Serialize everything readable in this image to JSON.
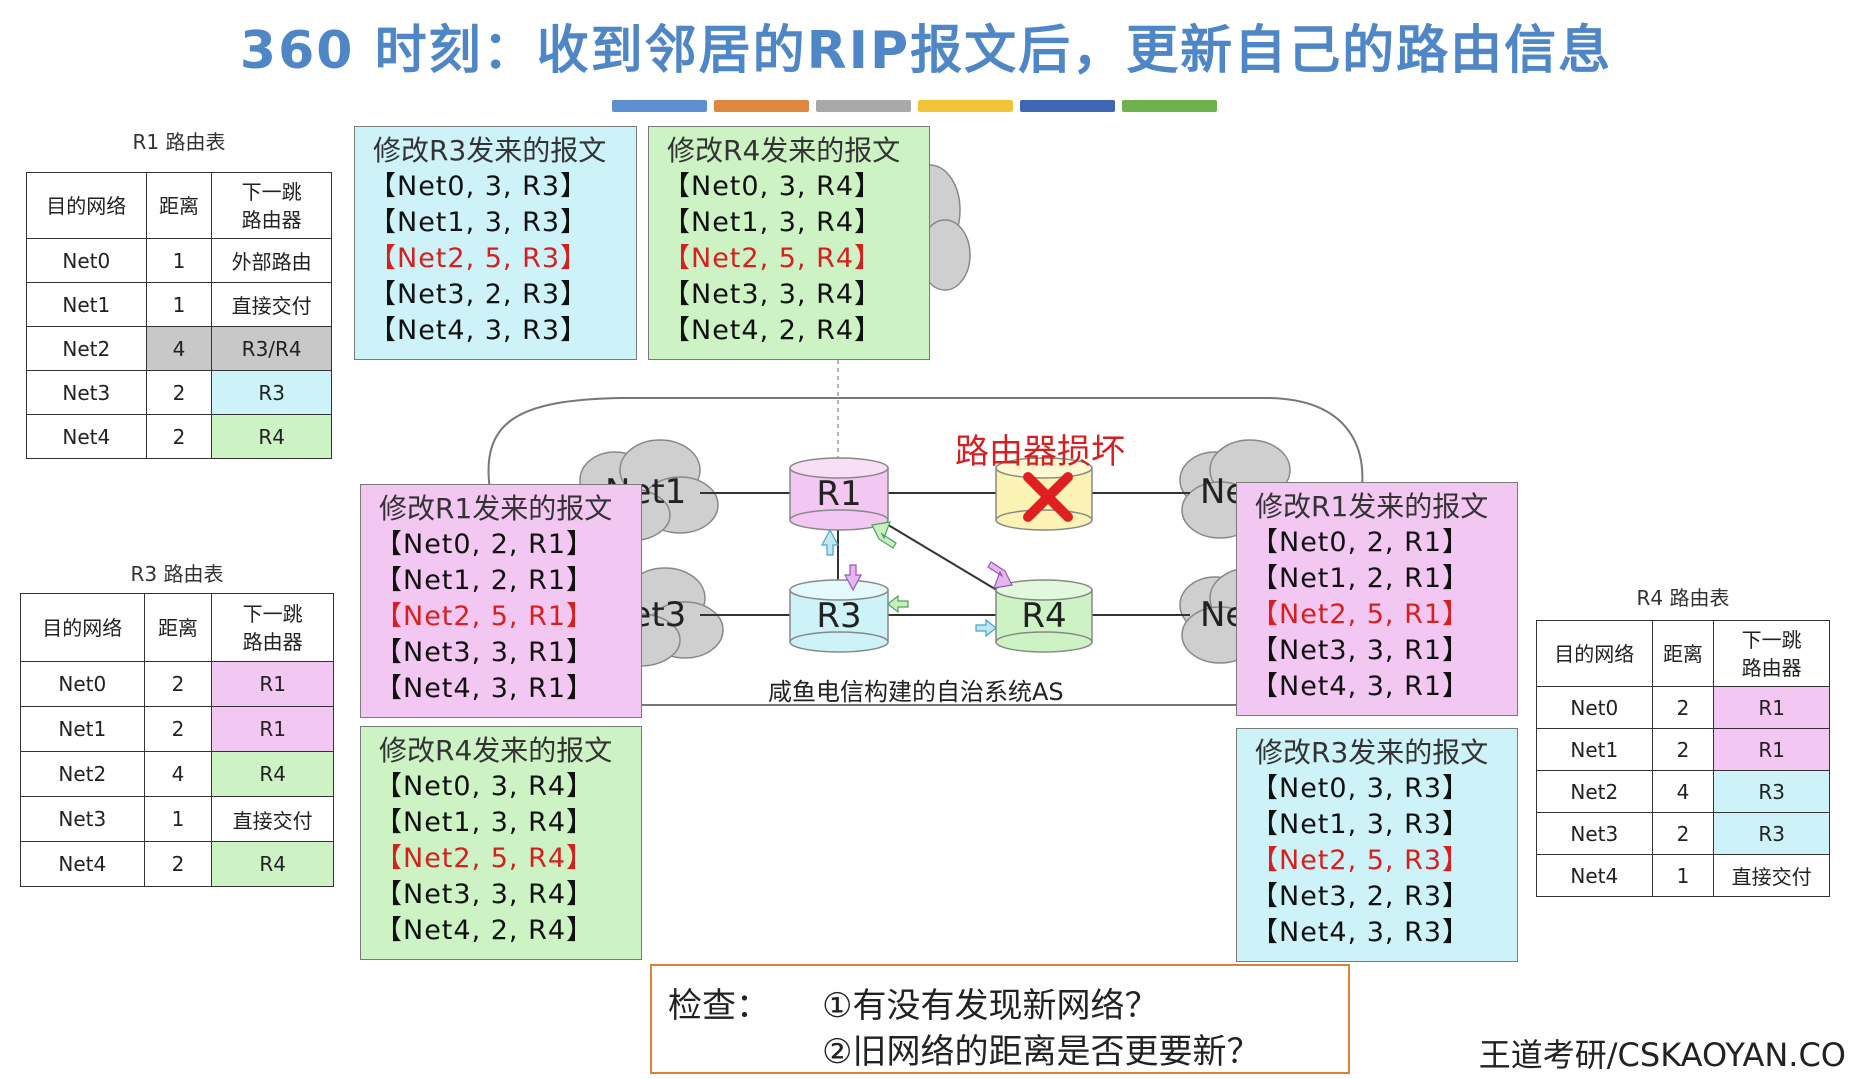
{
  "title": "360 时刻：收到邻居的RIP报文后，更新自己的路由信息",
  "strip_colors": [
    "#5b8fd0",
    "#e0873f",
    "#a8a8a8",
    "#f2c43a",
    "#3e66b5",
    "#6fb24d"
  ],
  "r1_table": {
    "caption": "R1 路由表",
    "headers": [
      "目的网络",
      "距离",
      "下一跳路由器"
    ],
    "rows": [
      [
        "Net0",
        "1",
        "外部路由"
      ],
      [
        "Net1",
        "1",
        "直接交付"
      ],
      [
        "Net2",
        "4",
        "R3/R4"
      ],
      [
        "Net3",
        "2",
        "R3"
      ],
      [
        "Net4",
        "2",
        "R4"
      ]
    ]
  },
  "r3_table": {
    "caption": "R3 路由表",
    "headers": [
      "目的网络",
      "距离",
      "下一跳路由器"
    ],
    "rows": [
      [
        "Net0",
        "2",
        "R1"
      ],
      [
        "Net1",
        "2",
        "R1"
      ],
      [
        "Net2",
        "4",
        "R4"
      ],
      [
        "Net3",
        "1",
        "直接交付"
      ],
      [
        "Net4",
        "2",
        "R4"
      ]
    ]
  },
  "r4_table": {
    "caption": "R4 路由表",
    "headers": [
      "目的网络",
      "距离",
      "下一跳路由器"
    ],
    "rows": [
      [
        "Net0",
        "2",
        "R1"
      ],
      [
        "Net1",
        "2",
        "R1"
      ],
      [
        "Net2",
        "4",
        "R3"
      ],
      [
        "Net3",
        "2",
        "R3"
      ],
      [
        "Net4",
        "1",
        "直接交付"
      ]
    ]
  },
  "messages": {
    "r1_from_r3": {
      "head": "修改R3发来的报文",
      "entries": [
        "【Net0, 3, R3】",
        "【Net1, 3, R3】",
        "【Net2, 5, R3】",
        "【Net3, 2, R3】",
        "【Net4, 3, R3】"
      ]
    },
    "r1_from_r4": {
      "head": "修改R4发来的报文",
      "entries": [
        "【Net0, 3, R4】",
        "【Net1, 3, R4】",
        "【Net2, 5, R4】",
        "【Net3, 3, R4】",
        "【Net4, 2, R4】"
      ]
    },
    "r3_from_r1": {
      "head": "修改R1发来的报文",
      "entries": [
        "【Net0, 2, R1】",
        "【Net1, 2, R1】",
        "【Net2, 5, R1】",
        "【Net3, 3, R1】",
        "【Net4, 3, R1】"
      ]
    },
    "r3_from_r4": {
      "head": "修改R4发来的报文",
      "entries": [
        "【Net0, 3, R4】",
        "【Net1, 3, R4】",
        "【Net2, 5, R4】",
        "【Net3, 3, R4】",
        "【Net4, 2, R4】"
      ]
    },
    "r4_from_r1": {
      "head": "修改R1发来的报文",
      "entries": [
        "【Net0, 2, R1】",
        "【Net1, 2, R1】",
        "【Net2, 5, R1】",
        "【Net3, 3, R1】",
        "【Net4, 3, R1】"
      ]
    },
    "r4_from_r3": {
      "head": "修改R3发来的报文",
      "entries": [
        "【Net0, 3, R3】",
        "【Net1, 3, R3】",
        "【Net2, 5, R3】",
        "【Net3, 2, R3】",
        "【Net4, 3, R3】"
      ]
    }
  },
  "network": {
    "routers": [
      "R1",
      "R3",
      "R4"
    ],
    "broken_label": "路由器损坏",
    "cloud_labels": [
      "Net1",
      "Net3",
      "Ne",
      "Ne"
    ],
    "as_label": "咸鱼电信构建的自治系统AS"
  },
  "check": {
    "label": "检查：",
    "q1": "①有没有发现新网络？",
    "q2": "②旧网络的距离是否更要新？"
  },
  "watermark": "王道考研/CSKAOYAN.CO"
}
